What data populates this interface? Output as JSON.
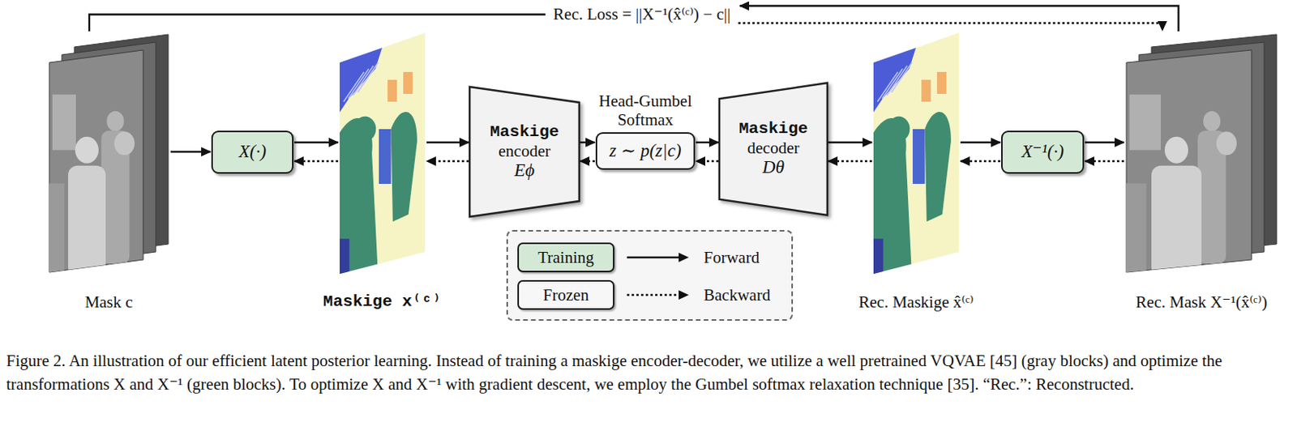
{
  "diagram": {
    "caption": "Figure 2. An illustration of our efficient latent posterior learning. Instead of training a maskige encoder-decoder, we utilize a well pretrained VQVAE [45] (gray blocks) and optimize the transformations X and X⁻¹ (green blocks). To optimize X and X⁻¹ with gradient descent, we employ the Gumbel softmax relaxation technique [35]. “Rec.”: Reconstructed.",
    "nodes": [
      {
        "text": [
          "Mask c"
        ]
      },
      {
        "text": [
          "X(·)"
        ]
      },
      {
        "text": [
          "Maskige x⁽ᶜ⁾"
        ]
      },
      {
        "text": [
          "Maskige",
          "encoder",
          "Eϕ"
        ]
      },
      {
        "text": [
          "Head-Gumbel Softmax",
          "z ∼ p(z|c)"
        ]
      },
      {
        "text": [
          "Maskige",
          "decoder",
          "Dθ"
        ]
      },
      {
        "text": [
          "Rec. Maskige x̂⁽ᶜ⁾"
        ]
      },
      {
        "text": [
          "X⁻¹(·)"
        ]
      },
      {
        "text": [
          "Rec. Mask X⁻¹(x̂⁽ᶜ⁾)"
        ]
      }
    ],
    "edges": [
      {
        "from": 0,
        "to": 8,
        "label": "Rec. Loss = ||X⁻¹(x̂⁽ᶜ⁾) − c||",
        "arrow": "to"
      },
      {
        "from": 0,
        "to": 1,
        "arrow": "to"
      },
      {
        "from": 1,
        "to": 2,
        "arrow": "to"
      },
      {
        "from": 2,
        "to": 1,
        "arrow": "to"
      },
      {
        "from": 2,
        "to": 3,
        "arrow": "to"
      },
      {
        "from": 3,
        "to": 2,
        "arrow": "to"
      },
      {
        "from": 3,
        "to": 4,
        "arrow": "to"
      },
      {
        "from": 4,
        "to": 3,
        "arrow": "to"
      },
      {
        "from": 4,
        "to": 5,
        "arrow": "to"
      },
      {
        "from": 5,
        "to": 4,
        "arrow": "to"
      },
      {
        "from": 5,
        "to": 6,
        "arrow": "to"
      },
      {
        "from": 6,
        "to": 5,
        "arrow": "to"
      },
      {
        "from": 6,
        "to": 7,
        "arrow": "to"
      },
      {
        "from": 7,
        "to": 6,
        "arrow": "to"
      },
      {
        "from": 7,
        "to": 8,
        "arrow": "to"
      },
      {
        "from": 8,
        "to": 7,
        "arrow": "to"
      }
    ],
    "legend": [
      {
        "text": "Training",
        "color": "#d4e9d5"
      },
      {
        "text": "Forward"
      },
      {
        "text": "Frozen",
        "color": "#f7f7f7"
      },
      {
        "text": "Backward"
      }
    ]
  }
}
